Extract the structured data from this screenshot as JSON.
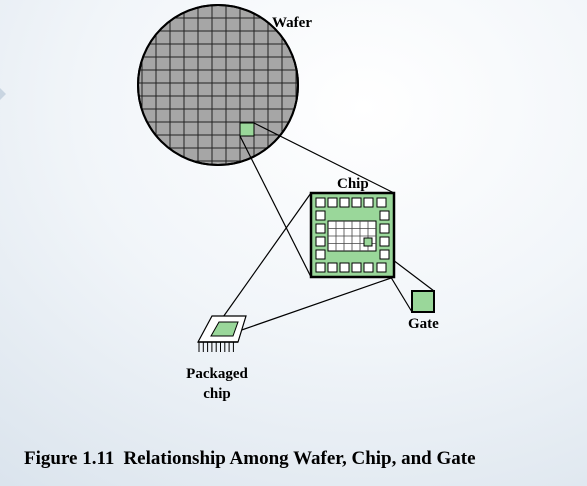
{
  "labels": {
    "wafer": "Wafer",
    "chip": "Chip",
    "gate": "Gate",
    "packaged_line1": "Packaged",
    "packaged_line2": "chip"
  },
  "caption": {
    "number": "Figure 1.11",
    "text": "Relationship Among Wafer, Chip, and Gate"
  },
  "colors": {
    "wafer_fill": "#a6a6a6",
    "highlight": "#9ad79a",
    "outline": "#000000",
    "background": "#e6edf3"
  }
}
